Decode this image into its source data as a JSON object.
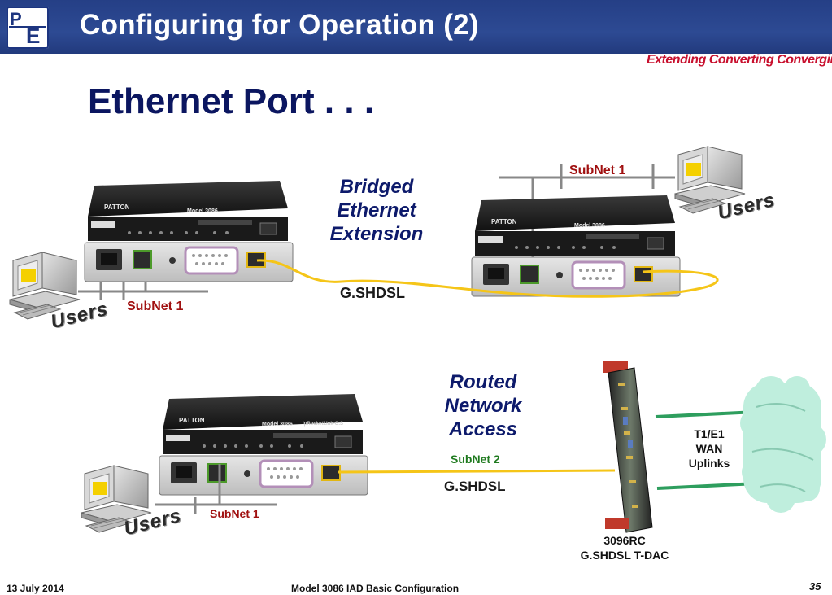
{
  "header": {
    "title": "Configuring for Operation (2)",
    "tagline": "Extending Converting Converging",
    "logo_text": [
      "P",
      "E"
    ]
  },
  "slide": {
    "title": "Ethernet Port . . ."
  },
  "bridged": {
    "label": [
      "Bridged",
      "Ethernet",
      "Extension"
    ],
    "link": "G.SHDSL",
    "left_subnet": "SubNet 1",
    "right_subnet": "SubNet 1",
    "left_users": "Users",
    "right_users": "Users"
  },
  "routed": {
    "label": [
      "Routed",
      "Network",
      "Access"
    ],
    "subnet_link": "SubNet 2",
    "link": "G.SHDSL",
    "left_subnet": "SubNet 1",
    "users": "Users",
    "uplinks": [
      "T1/E1",
      "WAN",
      "Uplinks"
    ],
    "rack_label": [
      "3096RC",
      "G.SHDSL T-DAC"
    ]
  },
  "device": {
    "brand": "PATTON",
    "model": "Model 3086",
    "product": "ipRocketLink-G.S"
  },
  "footer": {
    "date": "13 July 2014",
    "center": "Model 3086 IAD Basic Configuration",
    "page": "35"
  },
  "colors": {
    "header_bg": "#2d4a93",
    "title_navy": "#0b1660",
    "subnet_red": "#a01010",
    "subnet2_green": "#1f7a1f",
    "shdsl_yellow": "#f5c518",
    "wan_green": "#2e9e5e",
    "cloud_mint": "#bfeedd"
  }
}
